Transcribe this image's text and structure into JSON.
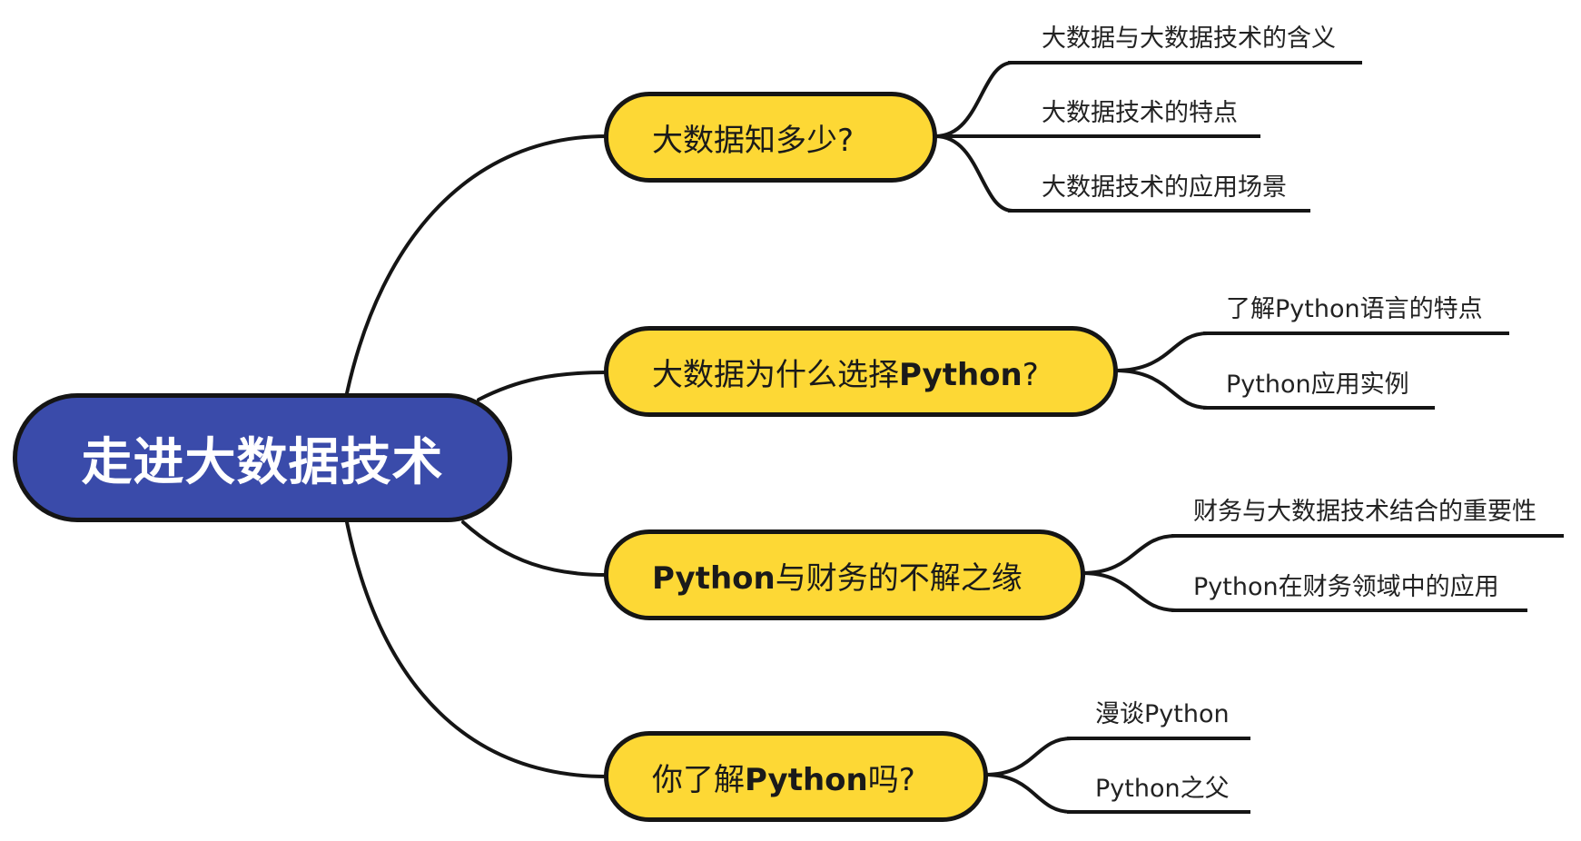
{
  "colors": {
    "root_fill": "#3A4BAA",
    "topic_fill": "#FDD835",
    "outline": "#151515",
    "background": "#FFFFFF",
    "root_text": "#FFFFFF",
    "text": "#1A1A1A"
  },
  "root": {
    "label": "走进大数据技术"
  },
  "topics": [
    {
      "label": "大数据知多少?",
      "subtopics": [
        "大数据与大数据技术的含义",
        "大数据技术的特点",
        "大数据技术的应用场景"
      ]
    },
    {
      "label": "大数据为什么选择Python?",
      "subtopics": [
        "了解Python语言的特点",
        "Python应用实例"
      ]
    },
    {
      "label": "Python与财务的不解之缘",
      "subtopics": [
        "财务与大数据技术结合的重要性",
        "Python在财务领域中的应用"
      ]
    },
    {
      "label": "你了解Python吗?",
      "subtopics": [
        "漫谈Python",
        "Python之父"
      ]
    }
  ]
}
